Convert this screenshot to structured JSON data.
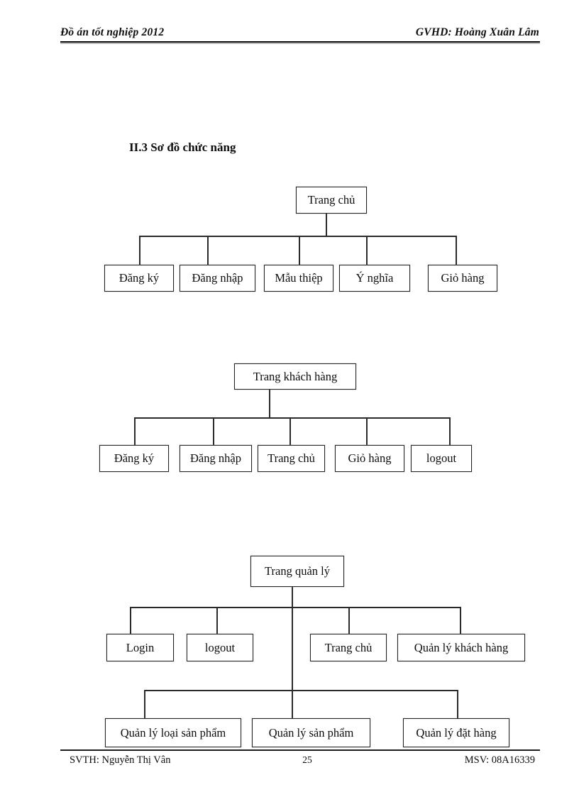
{
  "header": {
    "left": "Đồ án tốt nghiệp 2012",
    "right": "GVHD: Hoàng Xuân Lâm"
  },
  "section_title": "II.3 Sơ đồ chức năng",
  "diagrams": [
    {
      "root": "Trang chủ",
      "children": [
        "Đăng ký",
        "Đăng nhập",
        "Mẫu thiệp",
        "Ý nghĩa",
        "Giỏ hàng"
      ]
    },
    {
      "root": "Trang khách hàng",
      "children": [
        "Đăng ký",
        "Đăng nhập",
        "Trang chủ",
        "Giỏ hàng",
        "logout"
      ]
    },
    {
      "root": "Trang quản lý",
      "children_row1": [
        "Login",
        "logout",
        "Trang chủ",
        "Quản lý khách hàng"
      ],
      "children_row2": [
        "Quản lý loại sản phẩm",
        "Quản lý sản phẩm",
        "Quản lý đặt hàng"
      ]
    }
  ],
  "footer": {
    "left": "SVTH: Nguyễn Thị Vân",
    "page_number": "25",
    "right": "MSV: 08A16339"
  },
  "colors": {
    "background": "#ffffff",
    "line": "#2a2a2a",
    "text": "#0d0d0d"
  }
}
